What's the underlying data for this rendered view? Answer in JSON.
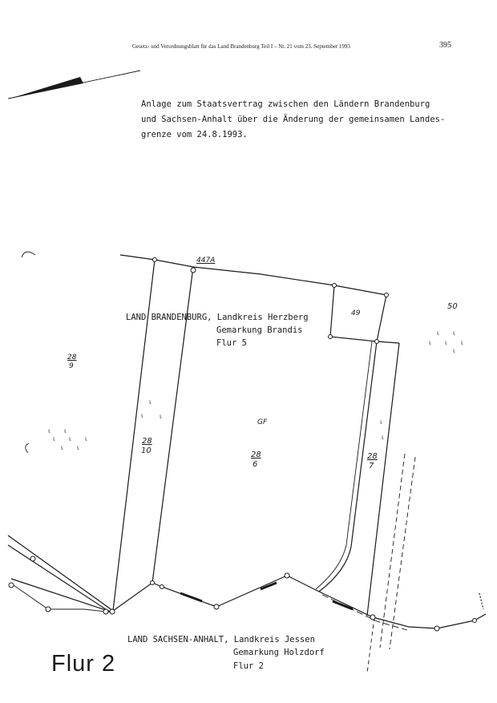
{
  "header": {
    "gazette_title": "Gesetz- und Verordnungsblatt für das Land Brandenburg Teil I – Nr. 21 vom 23. September 1993",
    "page_number": "395"
  },
  "intro": {
    "line1": "Anlage zum Staatsvertrag zwischen den Ländern Brandenburg",
    "line2": "und Sachsen-Anhalt über die Änderung der gemeinsamen Landes-",
    "line3": "grenze vom 24.8.1993."
  },
  "brandenburg": {
    "state": "LAND BRANDENBURG, Landkreis Herzberg",
    "gemarkung": "Gemarkung Brandis",
    "flur": "Flur 5"
  },
  "sachsen_anhalt": {
    "state": "LAND SACHSEN-ANHALT, Landkreis Jessen",
    "gemarkung": "Gemarkung Holzdorf",
    "flur": "Flur 2"
  },
  "large_label": "Flur 2",
  "parcels": {
    "p447a": "447A",
    "p49": "49",
    "p50": "50",
    "p28_9_num": "28",
    "p28_9_den": "9",
    "p28_10_num": "28",
    "p28_10_den": "10",
    "p28_6_num": "28",
    "p28_6_den": "6",
    "p28_7_num": "28",
    "p28_7_den": "7",
    "gf": "GF"
  }
}
